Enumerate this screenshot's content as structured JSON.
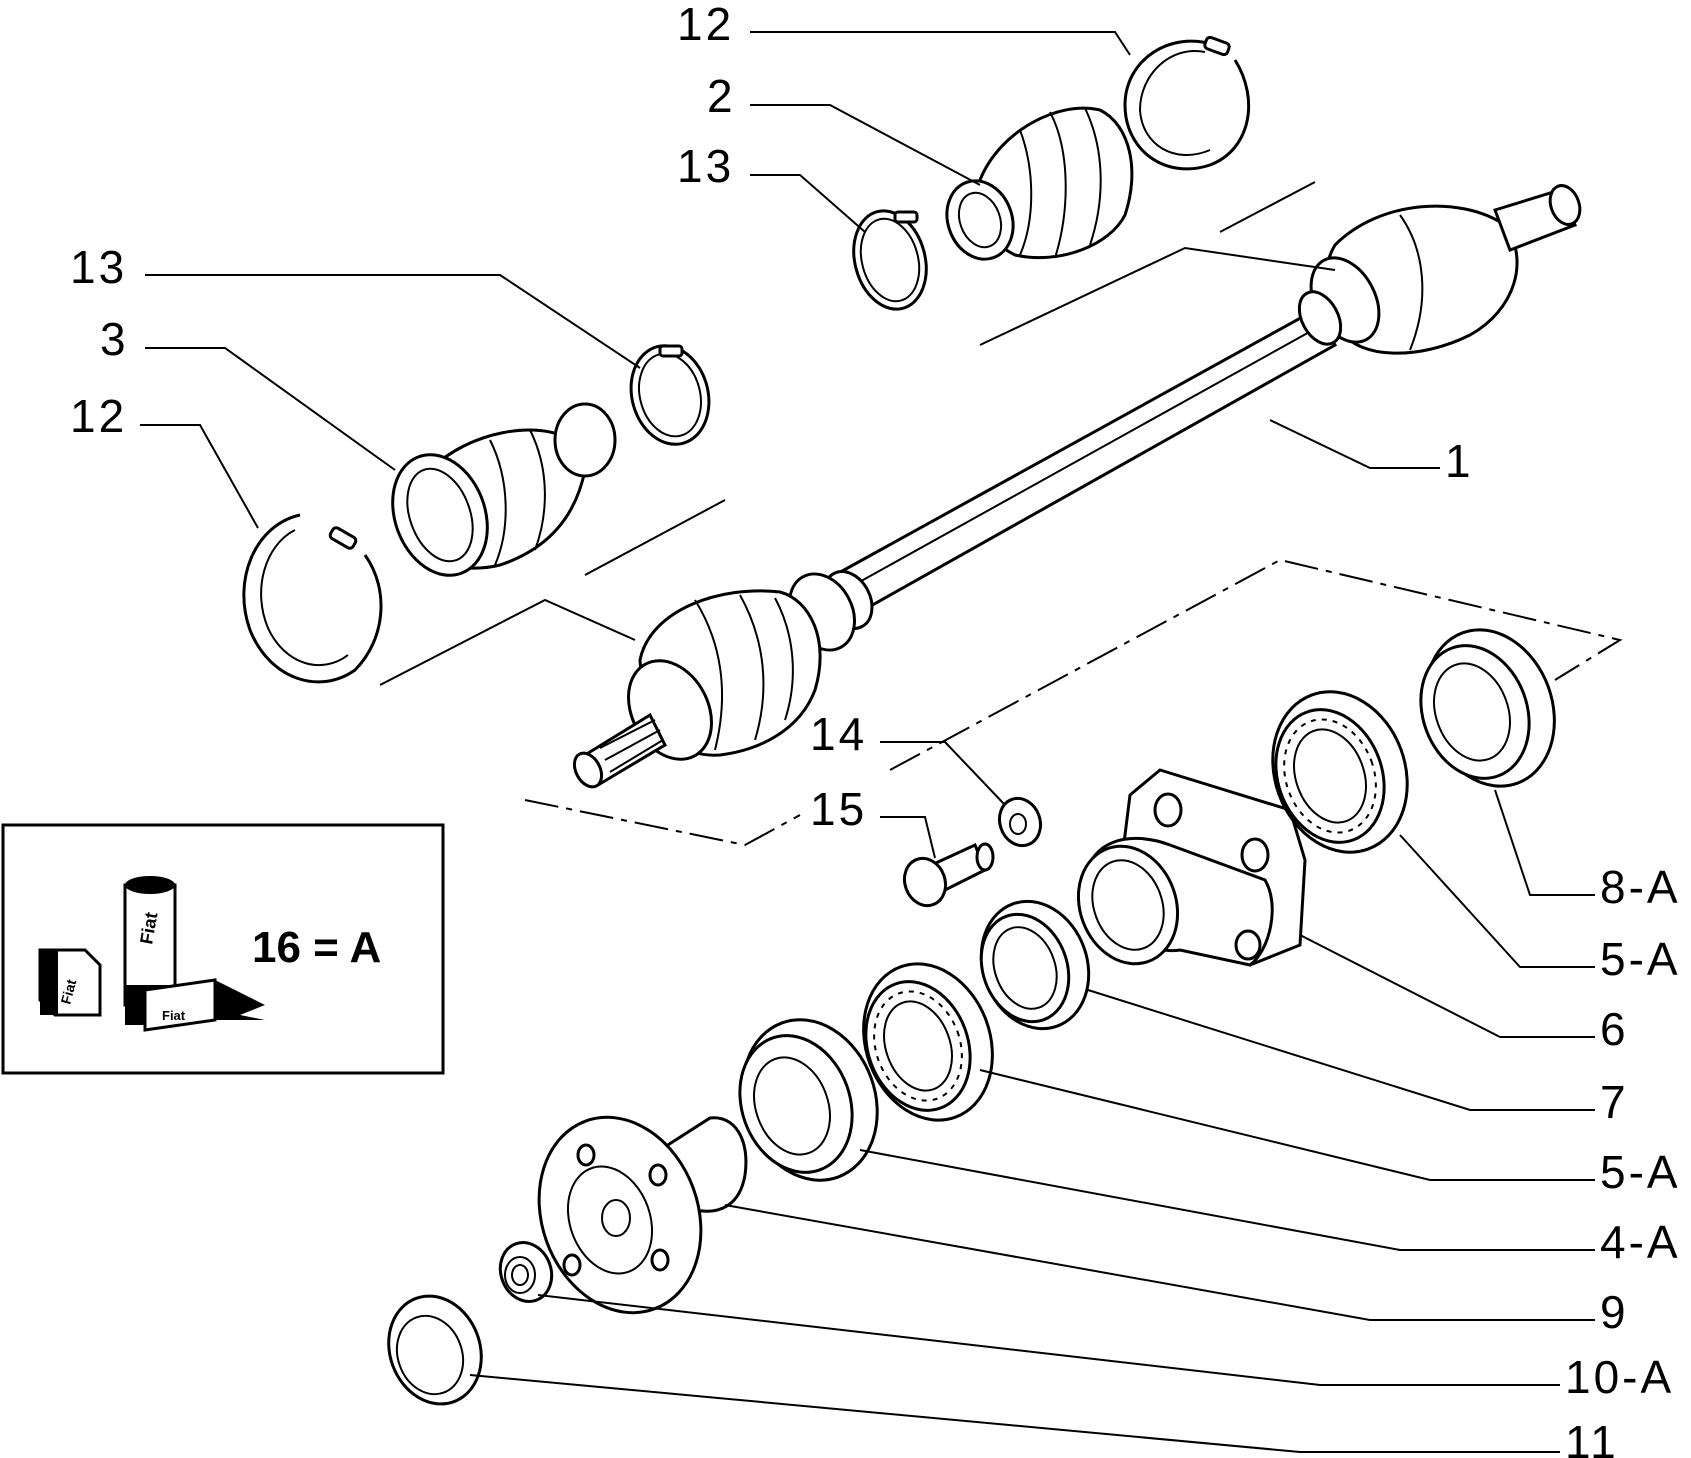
{
  "diagram": {
    "labels": {
      "l12a": "12",
      "l2": "2",
      "l13a": "13",
      "l13b": "13",
      "l3": "3",
      "l12b": "12",
      "l1": "1",
      "l14": "14",
      "l15": "15",
      "l8a": "8-A",
      "l5a1": "5-A",
      "l6": "6",
      "l7": "7",
      "l5a2": "5-A",
      "l4a": "4-A",
      "l9": "9",
      "l10a": "10-A",
      "l11": "11"
    },
    "legend": {
      "text": "16 = A",
      "product_marks": [
        "Fiat",
        "Fiat",
        "Fiat"
      ]
    }
  }
}
